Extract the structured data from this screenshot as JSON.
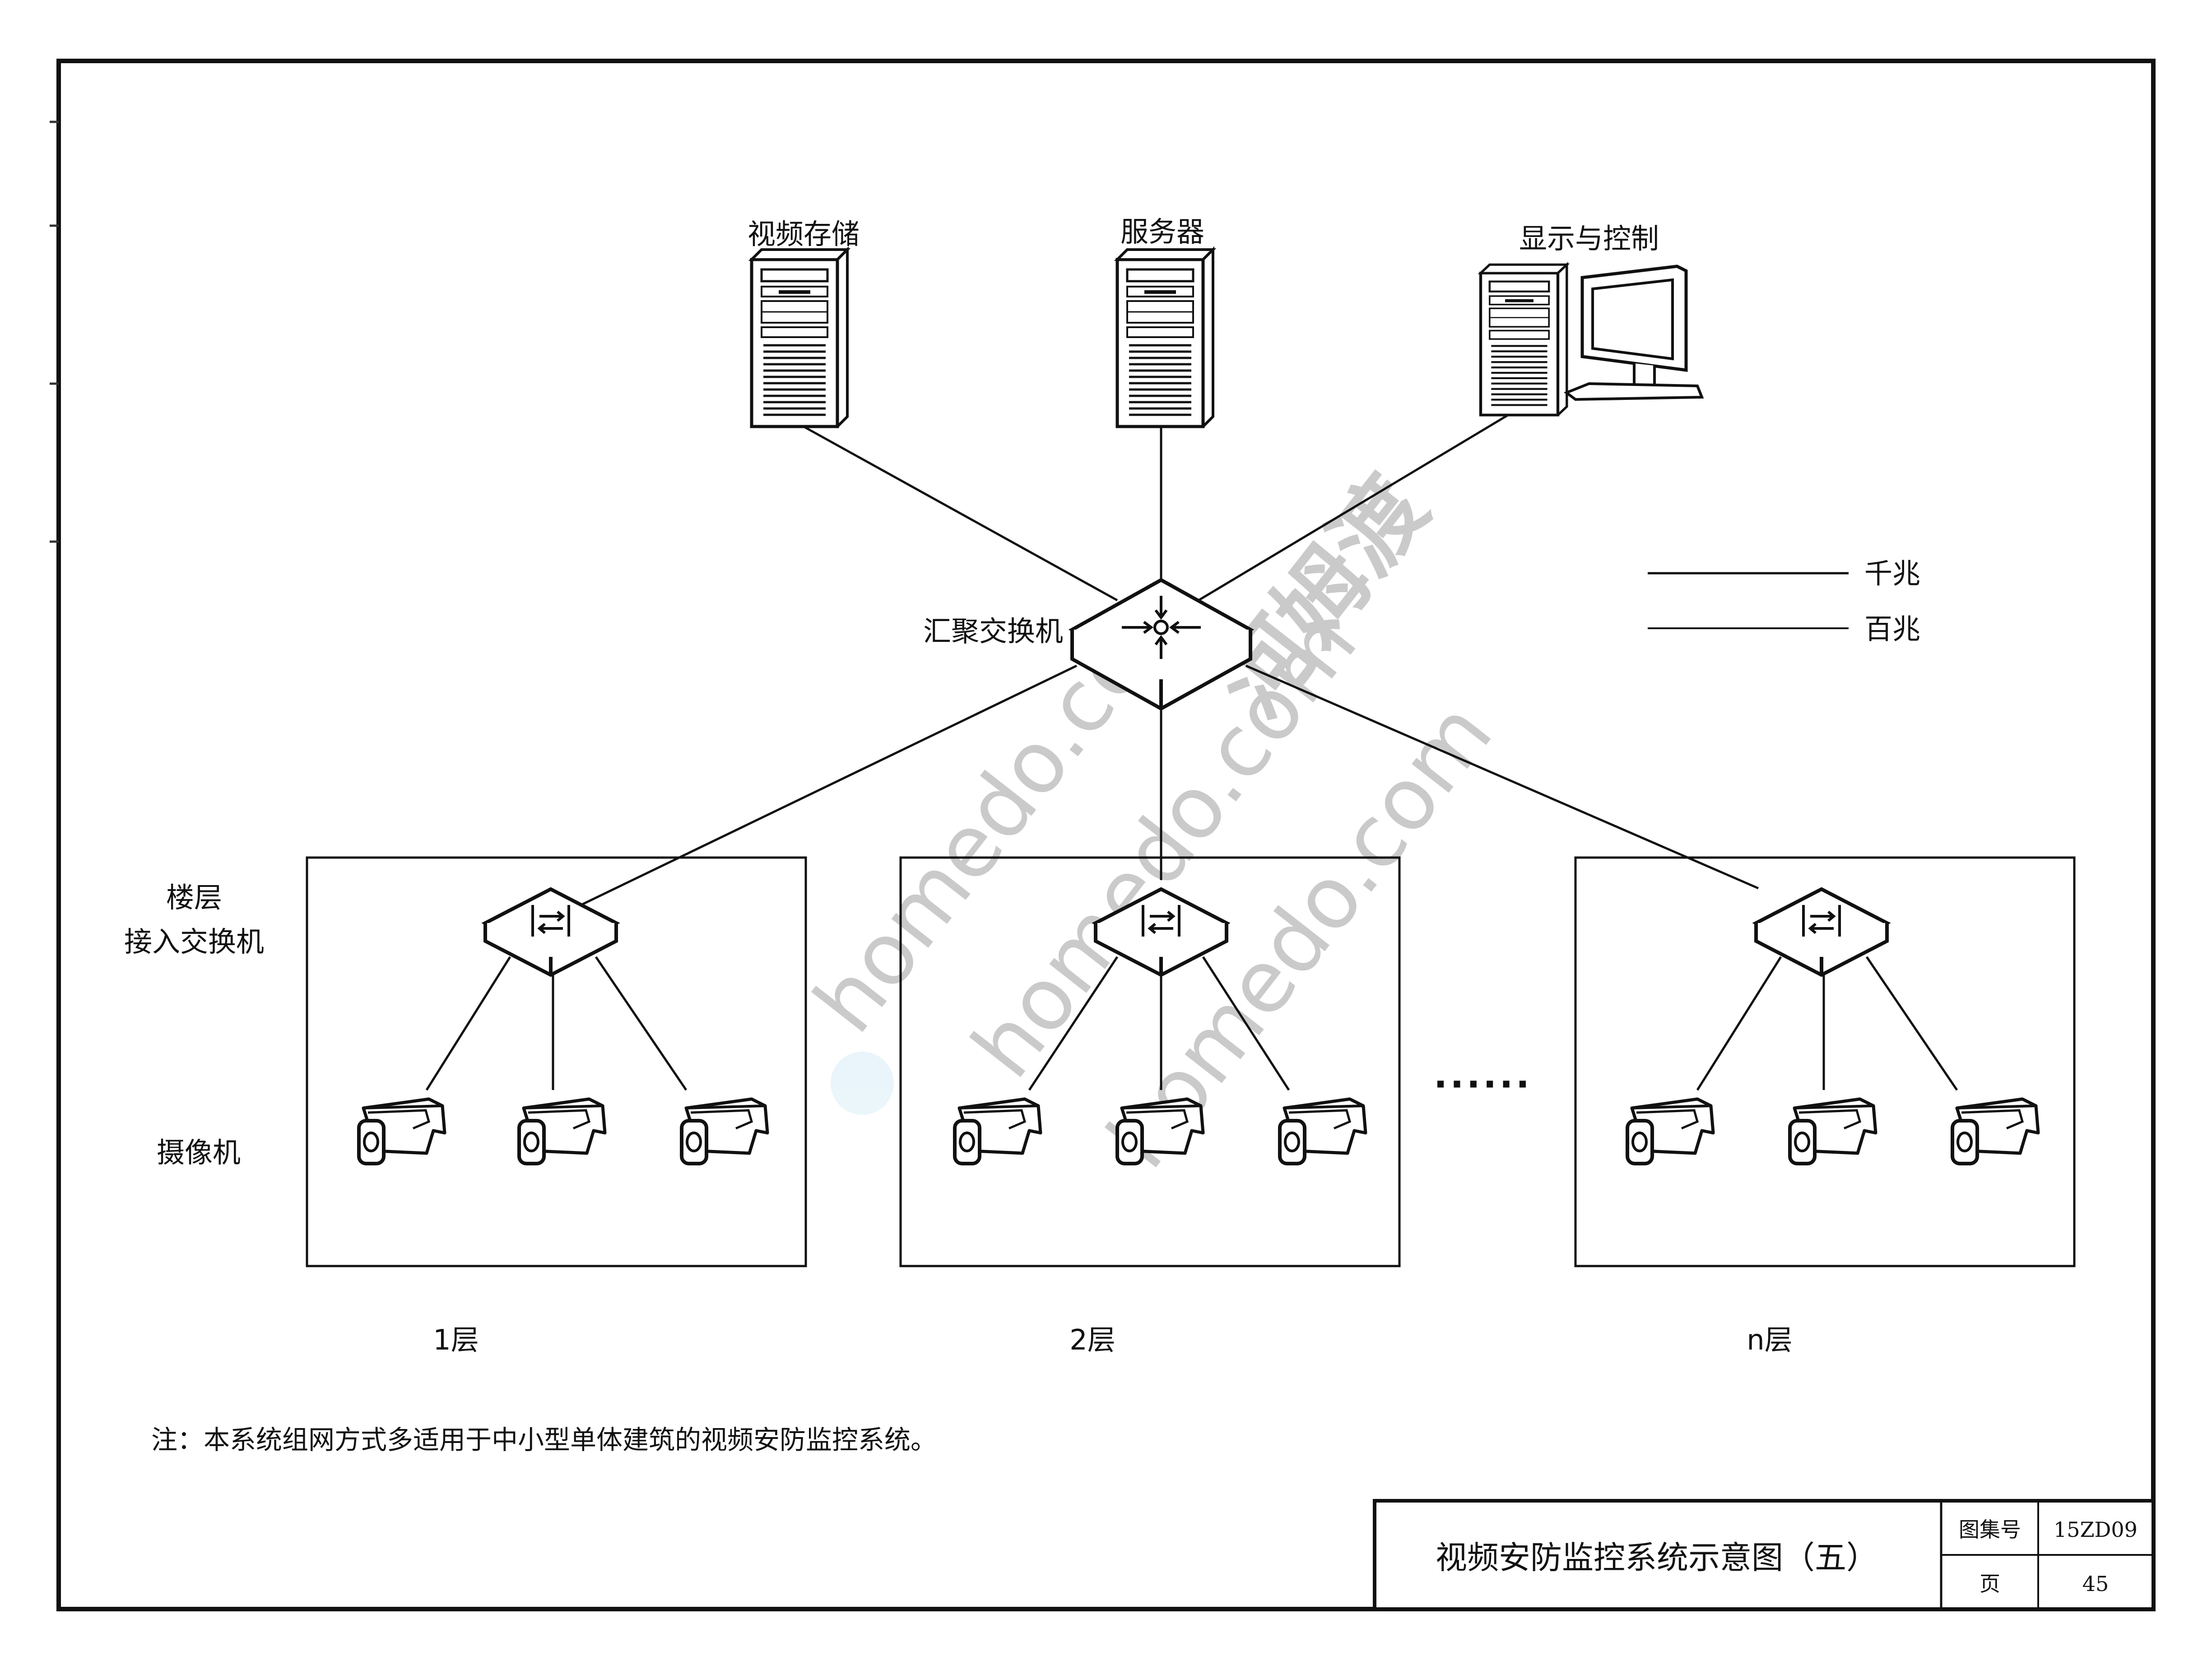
{
  "diagram": {
    "nodes": {
      "storage": "视频存储",
      "server": "服务器",
      "display": "显示与控制",
      "core_switch": "汇聚交换机"
    },
    "legend": [
      {
        "line": "solid",
        "label": "千兆"
      },
      {
        "line": "solid",
        "label": "百兆"
      }
    ],
    "row_labels": {
      "floor_switch_line1": "楼层",
      "floor_switch_line2": "接入交换机",
      "camera": "摄像机"
    },
    "floors": [
      {
        "label": "1层"
      },
      {
        "label": "2层"
      },
      {
        "label": "n层"
      }
    ],
    "ellipsis": "······",
    "note": "注：本系统组网方式多适用于中小型单体建筑的视频安防监控系统。",
    "watermark": [
      "homedo.com",
      "河姆渡"
    ]
  },
  "title_block": {
    "title": "视频安防监控系统示意图（五）",
    "atlas_label": "图集号",
    "atlas_value": "15ZD09",
    "page_label": "页",
    "page_value": "45"
  }
}
